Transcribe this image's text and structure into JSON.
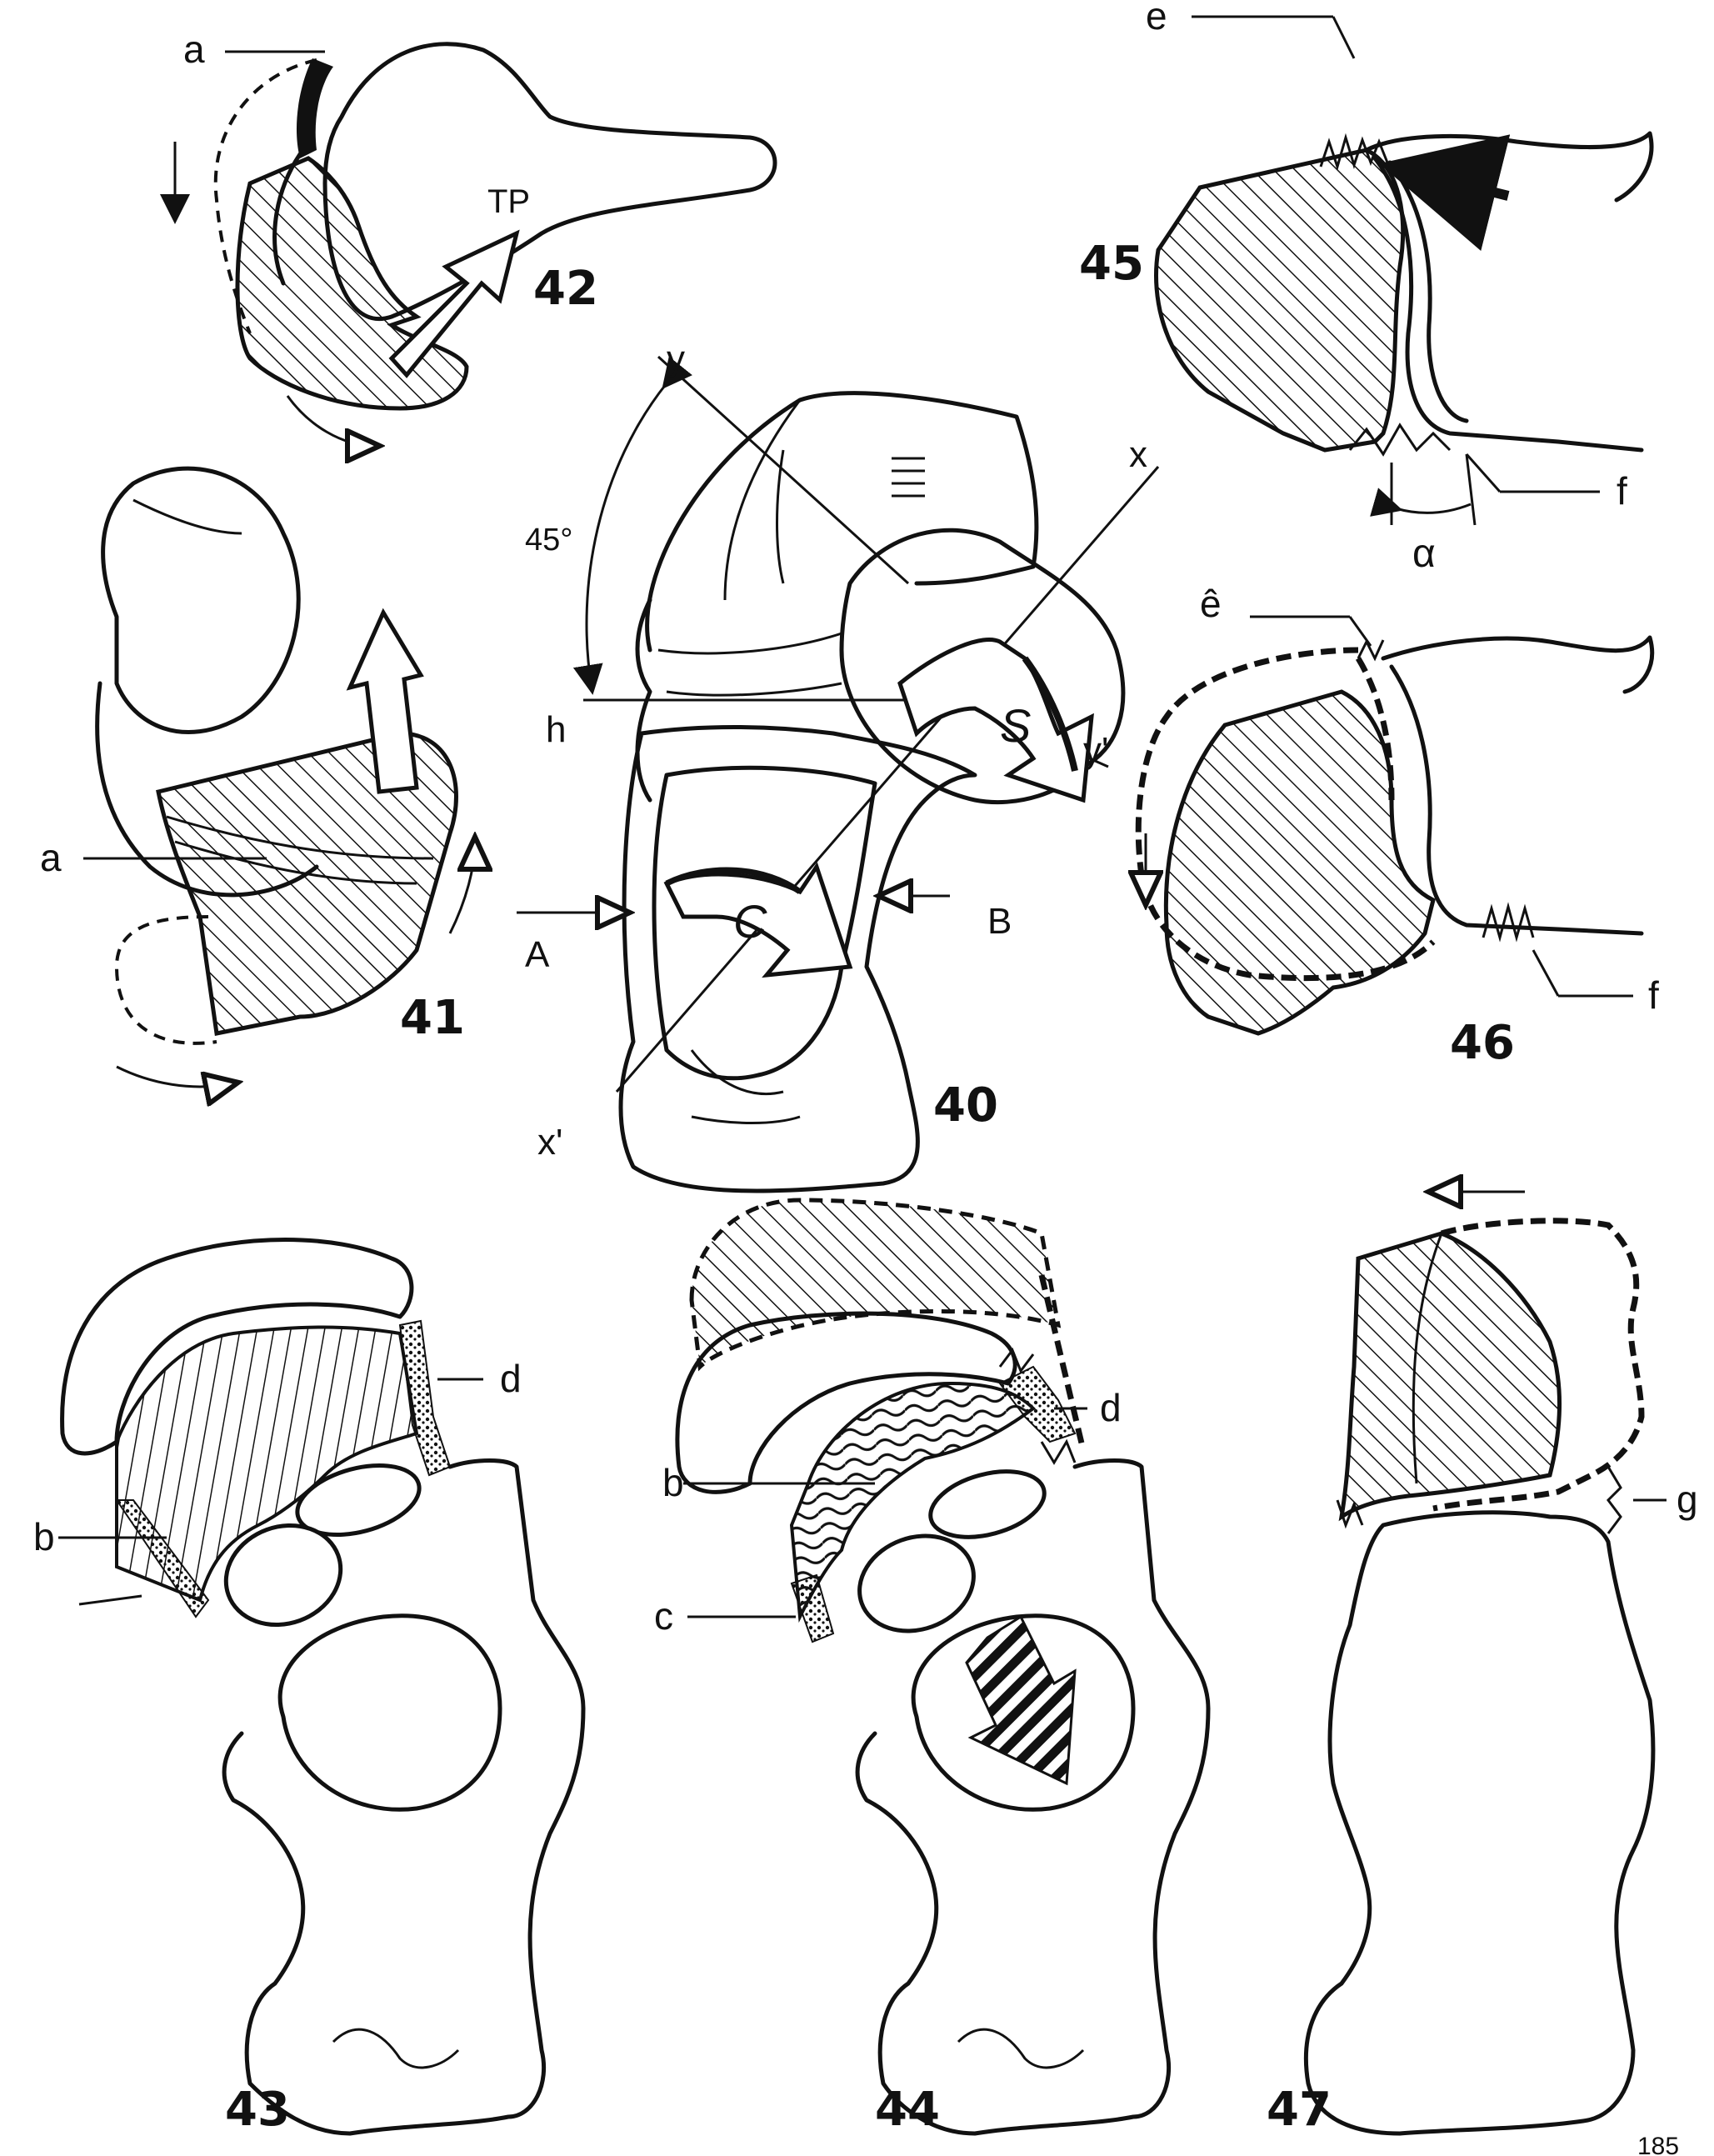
{
  "figures": {
    "fig40": {
      "number": "40",
      "labels": {
        "y": "y",
        "y_prime": "y'",
        "x": "x",
        "x_prime": "x'",
        "h": "h",
        "angle": "45°",
        "A": "A",
        "B": "B",
        "S": "S",
        "C": "C"
      }
    },
    "fig41": {
      "number": "41",
      "labels": {
        "a": "a"
      }
    },
    "fig42": {
      "number": "42",
      "labels": {
        "a": "a",
        "TP": "TP"
      }
    },
    "fig43": {
      "number": "43",
      "labels": {
        "b": "b",
        "d": "d"
      }
    },
    "fig44": {
      "number": "44",
      "labels": {
        "b": "b",
        "c": "c",
        "d": "d"
      }
    },
    "fig45": {
      "number": "45",
      "labels": {
        "e": "e",
        "f": "f",
        "alpha": "α"
      }
    },
    "fig46": {
      "number": "46",
      "labels": {
        "e": "ê",
        "f": "f"
      }
    },
    "fig47": {
      "number": "47",
      "labels": {
        "g": "g"
      }
    }
  },
  "page_number": "185",
  "colors": {
    "ink": "#111111",
    "paper": "#ffffff"
  }
}
